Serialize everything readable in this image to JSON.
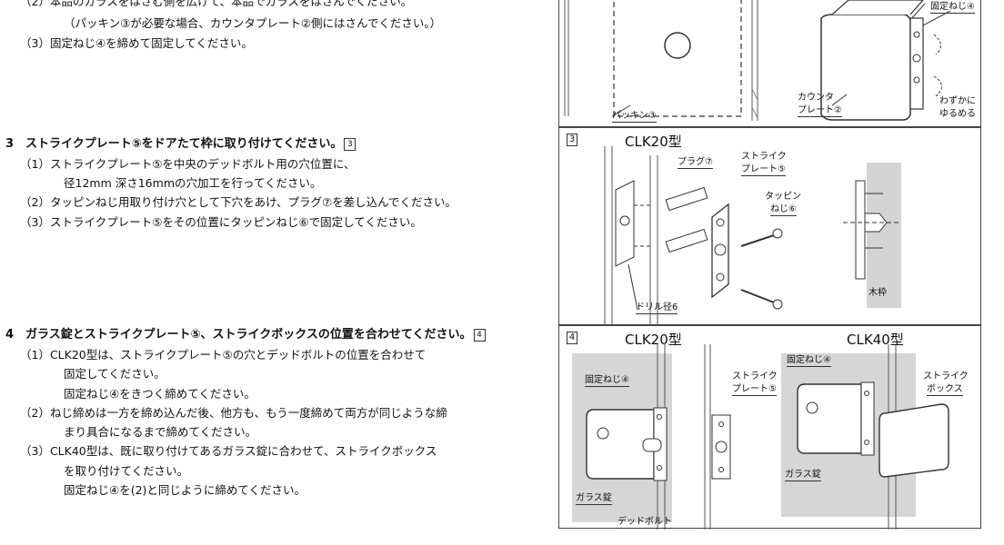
{
  "step2": {
    "item2": "（2）本品のガラスをはさむ側を広げて、本品でガラスをはさんでください。",
    "item2_note": "（パッキン③が必要な場合、カウンタプレート②側にはさんでください。）",
    "item3": "（3）固定ねじ④を締めて固定してください。"
  },
  "step3": {
    "heading": "3　ストライクプレート⑤をドアたて枠に取り付けてください。",
    "ref": "3",
    "item1a": "（1）ストライクプレート⑤を中央のデッドボルト用の穴位置に、",
    "item1b": "径12mm 深さ16mmの穴加工を行ってください。",
    "item2": "（2）タッピンねじ用取り付け穴として下穴をあけ、プラグ⑦を差し込んでください。",
    "item3": "（3）ストライクプレート⑤をその位置にタッピンねじ⑥で固定してください。"
  },
  "step4": {
    "heading": "4　ガラス錠とストライクプレート⑤、ストライクボックスの位置を合わせてください。",
    "ref": "4",
    "item1a": "（1）CLK20型は、ストライクプレート⑤の穴とデッドボルトの位置を合わせて",
    "item1b": "固定してください。",
    "item1c": "固定ねじ④をきつく締めてください。",
    "item2a": "（2）ねじ締めは一方を締め込んだ後、他方も、もう一度締めて両方が同じような締",
    "item2b": "まり具合になるまで締めてください。",
    "item3a": "（3）CLK40型は、既に取り付けてあるガラス錠に合わせて、ストライクボックス",
    "item3b": "を取り付けてください。",
    "item3c": "固定ねじ④を(2)と同じように締めてください。"
  },
  "panel_top": {
    "packing": "パッキン③",
    "counter_plate_1": "カウンタ",
    "counter_plate_2": "プレート②",
    "fixing_screw": "固定ねじ④",
    "loosen_1": "わずかに",
    "loosen_2": "ゆるめる"
  },
  "panel3": {
    "number": "3",
    "model": "CLK20型",
    "plug": "プラグ⑦",
    "strike_plate_1": "ストライク",
    "strike_plate_2": "プレート⑤",
    "tapping_screw_1": "タッピン",
    "tapping_screw_2": "ねじ⑥",
    "drill": "ドリル径6",
    "wood_frame": "木枠"
  },
  "panel4": {
    "number": "4",
    "model_left": "CLK20型",
    "model_right": "CLK40型",
    "fixing_screw_left": "固定ねじ④",
    "fixing_screw_right": "固定ねじ④",
    "strike_plate_1": "ストライク",
    "strike_plate_2": "プレート⑤",
    "strike_box_1": "ストライク",
    "strike_box_2": "ボックス",
    "glass_lock_left": "ガラス錠",
    "glass_lock_right": "ガラス錠",
    "deadbolt": "デッドボルト"
  }
}
